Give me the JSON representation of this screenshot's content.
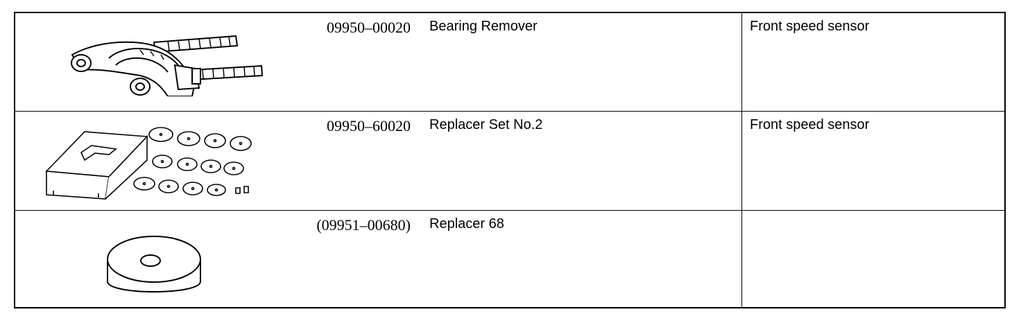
{
  "tools": [
    {
      "part_number": "09950–00020",
      "name": "Bearing Remover",
      "usage": "Front speed sensor",
      "illustration": "bearing-remover-icon"
    },
    {
      "part_number": "09950–60020",
      "name": "Replacer Set No.2",
      "usage": "Front speed sensor",
      "illustration": "replacer-set-icon"
    },
    {
      "part_number": "(09951–00680)",
      "name": "Replacer 68",
      "usage": "",
      "illustration": "replacer-disc-icon"
    }
  ],
  "colors": {
    "line": "#000000",
    "background": "#ffffff"
  }
}
